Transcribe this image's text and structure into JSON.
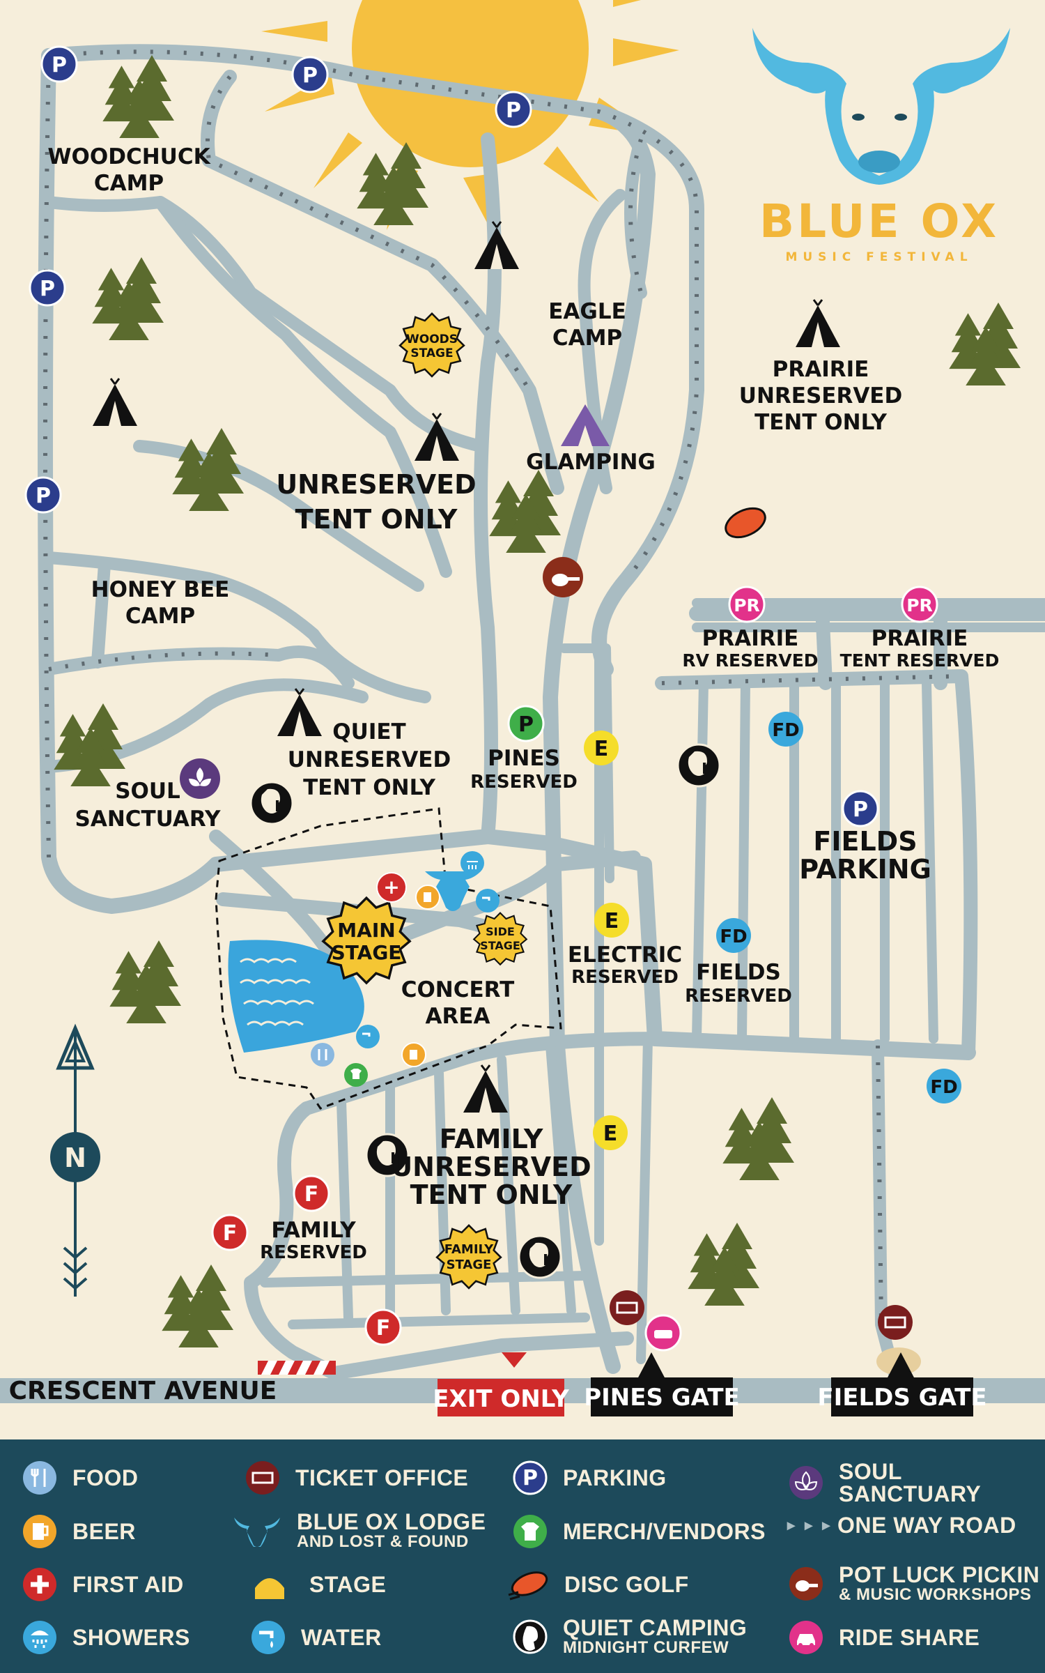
{
  "festival": {
    "name": "BLUE OX",
    "subtitle": "MUSIC FESTIVAL",
    "brand_color": "#52b9e0",
    "gold_color": "#f2b63a"
  },
  "colors": {
    "background": "#f6eedb",
    "road": "#a9bcc2",
    "tree": "#5b6b2e",
    "legend_bg": "#1d4a5b",
    "parking": "#2b3d8c",
    "pines_parking": "#3fae49",
    "prairie": "#e2328a",
    "family": "#cf2a2a",
    "fields_fd": "#3aa8dc",
    "electric": "#f5dd2a"
  },
  "areas": {
    "woodchuck": [
      "WOODCHUCK",
      "CAMP"
    ],
    "unreserved": [
      "UNRESERVED",
      "TENT ONLY"
    ],
    "eagle": [
      "EAGLE",
      "CAMP"
    ],
    "glamping": "GLAMPING",
    "prairie_unres": [
      "PRAIRIE",
      "UNRESERVED",
      "TENT ONLY"
    ],
    "honeybee": [
      "HONEY BEE",
      "CAMP"
    ],
    "quiet": [
      "QUIET",
      "UNRESERVED",
      "TENT ONLY"
    ],
    "soul": [
      "SOUL",
      "SANCTUARY"
    ],
    "pines": [
      "PINES",
      "RESERVED"
    ],
    "prairie_rv": [
      "PRAIRIE",
      "RV RESERVED"
    ],
    "prairie_tent": [
      "PRAIRIE",
      "TENT RESERVED"
    ],
    "fields_parking": [
      "FIELDS",
      "PARKING"
    ],
    "electric": [
      "ELECTRIC",
      "RESERVED"
    ],
    "fields_res": [
      "FIELDS",
      "RESERVED"
    ],
    "concert": [
      "CONCERT",
      "AREA"
    ],
    "family_unres": [
      "FAMILY",
      "UNRESERVED",
      "TENT ONLY"
    ],
    "family_res": [
      "FAMILY",
      "RESERVED"
    ]
  },
  "stages": {
    "woods": [
      "WOODS",
      "STAGE"
    ],
    "main": [
      "MAIN",
      "STAGE"
    ],
    "side": [
      "SIDE",
      "STAGE"
    ],
    "family": [
      "FAMILY",
      "STAGE"
    ]
  },
  "markers": {
    "parking": "P",
    "prairie": "PR",
    "electric": "E",
    "fields": "FD",
    "family": "F",
    "north": "N"
  },
  "roads": {
    "street": "CRESCENT AVENUE",
    "exit": "EXIT ONLY",
    "pines_gate": "PINES GATE",
    "fields_gate": "FIELDS GATE"
  },
  "legend": {
    "food": "FOOD",
    "beer": "BEER",
    "first_aid": "FIRST AID",
    "showers": "SHOWERS",
    "ticket": "TICKET OFFICE",
    "lodge": "BLUE OX LODGE",
    "lodge_sub": "AND LOST & FOUND",
    "stage": "STAGE",
    "water": "WATER",
    "parking": "PARKING",
    "merch": "MERCH/VENDORS",
    "disc": "DISC GOLF",
    "quiet": "QUIET CAMPING",
    "quiet_sub": "MIDNIGHT CURFEW",
    "soul": "SOUL SANCTUARY",
    "oneway": "ONE WAY ROAD",
    "potluck": "POT LUCK PICKIN",
    "potluck_sub": "& MUSIC WORKSHOPS",
    "rideshare": "RIDE SHARE",
    "arrows_glyph": "▸ ▸ ▸",
    "plus_glyph": "+"
  }
}
